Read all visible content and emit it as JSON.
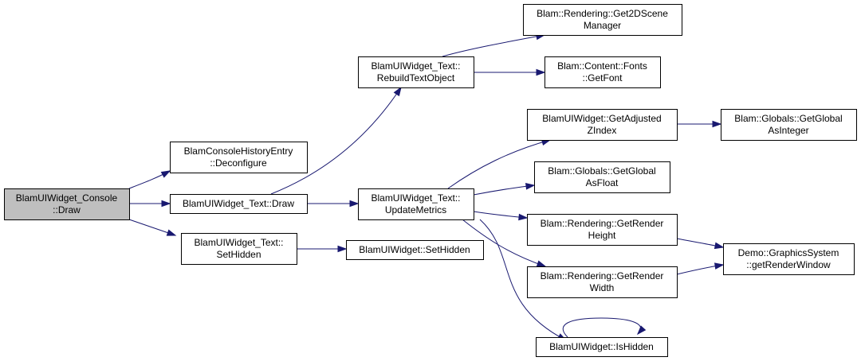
{
  "diagram": {
    "type": "call-graph",
    "colors": {
      "edge": "#191970",
      "node_fill": "#ffffff",
      "root_fill": "#bfbfbf",
      "node_border": "#000000"
    },
    "nodes": [
      {
        "id": "root",
        "lines": [
          "BlamUIWidget_Console",
          "::Draw"
        ],
        "root": true
      },
      {
        "id": "history_deconf",
        "lines": [
          "BlamConsoleHistoryEntry",
          "::Deconfigure"
        ]
      },
      {
        "id": "text_draw",
        "lines": [
          "BlamUIWidget_Text::Draw"
        ]
      },
      {
        "id": "text_sethidden",
        "lines": [
          "BlamUIWidget_Text::",
          "SetHidden"
        ]
      },
      {
        "id": "rebuild",
        "lines": [
          "BlamUIWidget_Text::",
          "RebuildTextObject"
        ]
      },
      {
        "id": "update_metrics",
        "lines": [
          "BlamUIWidget_Text::",
          "UpdateMetrics"
        ]
      },
      {
        "id": "widget_sethidden",
        "lines": [
          "BlamUIWidget::SetHidden"
        ]
      },
      {
        "id": "get2dscene",
        "lines": [
          "Blam::Rendering::Get2DScene",
          "Manager"
        ]
      },
      {
        "id": "getfont",
        "lines": [
          "Blam::Content::Fonts",
          "::GetFont"
        ]
      },
      {
        "id": "adjusted_z",
        "lines": [
          "BlamUIWidget::GetAdjusted",
          "ZIndex"
        ]
      },
      {
        "id": "global_float",
        "lines": [
          "Blam::Globals::GetGlobal",
          "AsFloat"
        ]
      },
      {
        "id": "render_height",
        "lines": [
          "Blam::Rendering::GetRender",
          "Height"
        ]
      },
      {
        "id": "render_width",
        "lines": [
          "Blam::Rendering::GetRender",
          "Width"
        ]
      },
      {
        "id": "is_hidden",
        "lines": [
          "BlamUIWidget::IsHidden"
        ]
      },
      {
        "id": "global_int",
        "lines": [
          "Blam::Globals::GetGlobal",
          "AsInteger"
        ]
      },
      {
        "id": "render_window",
        "lines": [
          "Demo::GraphicsSystem",
          "::getRenderWindow"
        ]
      }
    ],
    "edges": [
      {
        "from": "root",
        "to": "history_deconf"
      },
      {
        "from": "root",
        "to": "text_draw"
      },
      {
        "from": "root",
        "to": "text_sethidden"
      },
      {
        "from": "text_draw",
        "to": "rebuild"
      },
      {
        "from": "text_draw",
        "to": "update_metrics"
      },
      {
        "from": "text_sethidden",
        "to": "widget_sethidden"
      },
      {
        "from": "rebuild",
        "to": "get2dscene"
      },
      {
        "from": "rebuild",
        "to": "getfont"
      },
      {
        "from": "update_metrics",
        "to": "adjusted_z"
      },
      {
        "from": "update_metrics",
        "to": "global_float"
      },
      {
        "from": "update_metrics",
        "to": "render_height"
      },
      {
        "from": "update_metrics",
        "to": "render_width"
      },
      {
        "from": "update_metrics",
        "to": "is_hidden"
      },
      {
        "from": "adjusted_z",
        "to": "global_int"
      },
      {
        "from": "render_height",
        "to": "render_window"
      },
      {
        "from": "render_width",
        "to": "render_window"
      },
      {
        "from": "is_hidden",
        "to": "is_hidden"
      }
    ]
  }
}
